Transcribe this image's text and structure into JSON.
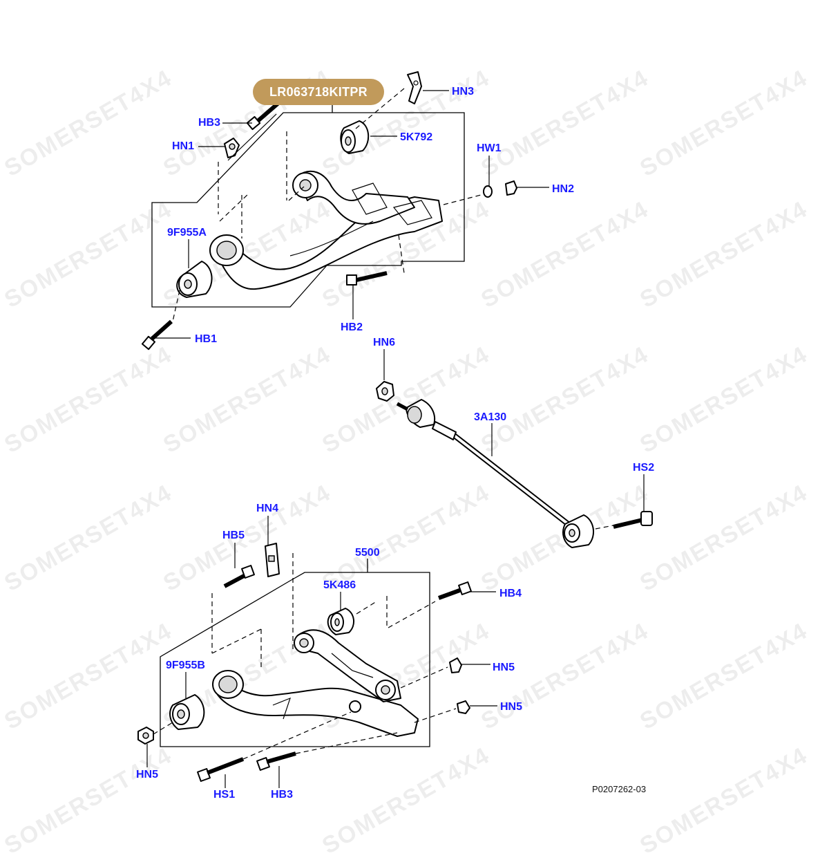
{
  "kit_badge": "LR063718KITPR",
  "reference": "P0207262-03",
  "watermark": "SOMERSET4X4",
  "labels": {
    "hn3": "HN3",
    "hb3_top": "HB3",
    "k792": "5K792",
    "hn1": "HN1",
    "hw1": "HW1",
    "hn2": "HN2",
    "f955a": "9F955A",
    "hb2": "HB2",
    "hb1": "HB1",
    "hn6": "HN6",
    "a130": "3A130",
    "hs2": "HS2",
    "hn4": "HN4",
    "hb5": "HB5",
    "p5500": "5500",
    "k486": "5K486",
    "hb4": "HB4",
    "f955b": "9F955B",
    "hn5_mid": "HN5",
    "hn5_right": "HN5",
    "hn5_left": "HN5",
    "hs1": "HS1",
    "hb3_bottom": "HB3"
  }
}
